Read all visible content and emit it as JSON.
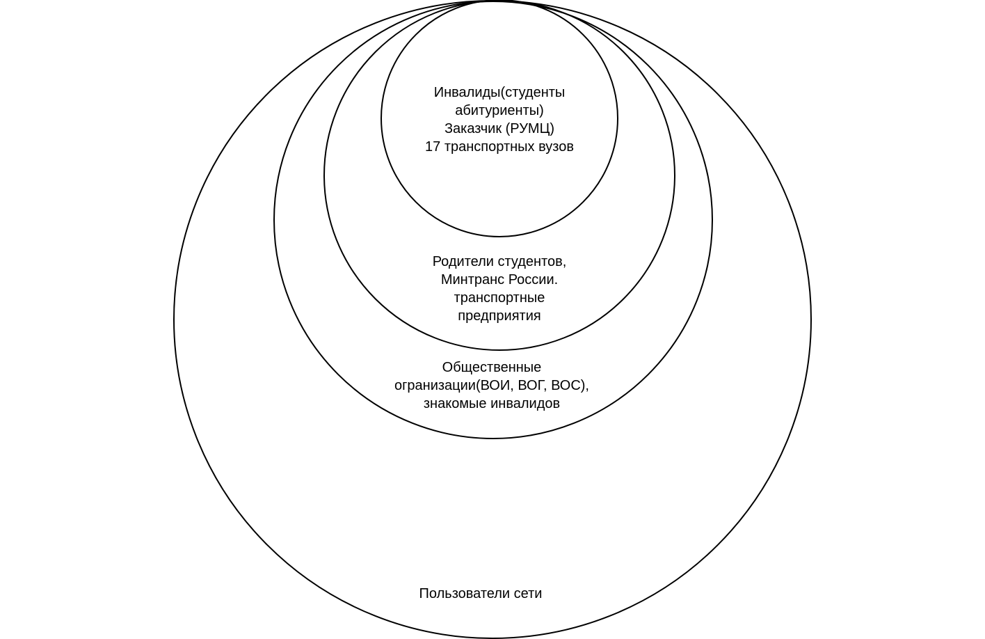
{
  "diagram": {
    "layers": [
      {
        "id": "outer",
        "lines": [
          "Пользователи сети"
        ]
      },
      {
        "id": "third",
        "lines": [
          "Общественные",
          "огранизации(ВОИ, ВОГ, ВОС),",
          "знакомые инвалидов"
        ]
      },
      {
        "id": "second",
        "lines": [
          "Родители студентов,",
          "Минтранс России.",
          "транспортные",
          "предприятия"
        ]
      },
      {
        "id": "inner",
        "lines": [
          "Инвалиды(студенты",
          "абитуриенты)",
          "Заказчик (РУМЦ)",
          "17 транспортных вузов"
        ]
      }
    ],
    "stroke_color": "#000000",
    "background_color": "#ffffff"
  }
}
